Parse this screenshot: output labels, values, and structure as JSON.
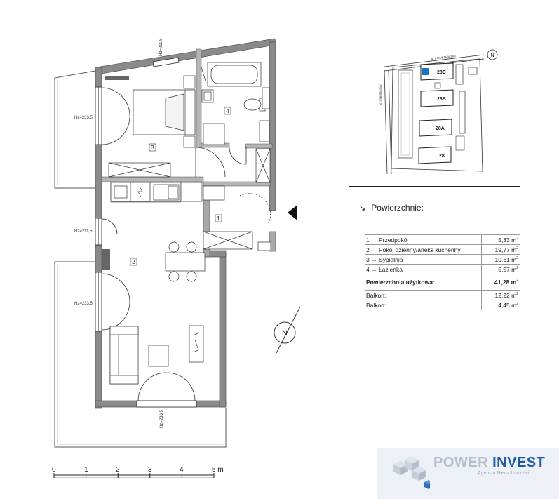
{
  "floor_plan": {
    "rooms": [
      {
        "number": "1"
      },
      {
        "number": "2"
      },
      {
        "number": "3"
      },
      {
        "number": "4"
      }
    ],
    "height_labels": [
      "Hz=211,5",
      "Hz=233,5",
      "Hz=211,5",
      "Hz=233,5",
      "Hz=233,5"
    ],
    "north": "N",
    "scale": {
      "ticks": [
        "0",
        "1",
        "2",
        "3",
        "4",
        "5 m"
      ]
    }
  },
  "site_plan": {
    "north": "N",
    "buildings": [
      "28C",
      "28B",
      "28A",
      "28"
    ],
    "streets": [
      "ul. POWSTAŃCÓW",
      "ul. SYBIRAKÓW"
    ]
  },
  "areas": {
    "title": "Powierzchnie:",
    "rows": [
      {
        "label": "1 → Przedpokój",
        "value": "5,33 m",
        "unit_sup": "2"
      },
      {
        "label": "2 → Pokój dzienny/aneks kuchenny",
        "value": "19,77 m",
        "unit_sup": "2"
      },
      {
        "label": "3 → Sypialnia",
        "value": "10,61 m",
        "unit_sup": "2"
      },
      {
        "label": "4 → Łazienka",
        "value": "5,57 m",
        "unit_sup": "2"
      }
    ],
    "total": {
      "label": "Powierzchnia użytkowa:",
      "value": "41,28 m",
      "unit_sup": "2"
    },
    "balconies": [
      {
        "label": "Balkon:",
        "value": "12,22 m",
        "unit_sup": "2"
      },
      {
        "label": "Balkon:",
        "value": "4,45 m",
        "unit_sup": "2"
      }
    ]
  },
  "logo": {
    "word1": "POWER",
    "word2": "INVEST",
    "tagline": "Agencja Nieruchomości"
  },
  "colors": {
    "wall": "#8a8a8a",
    "accent_blue": "#1f5aa5",
    "unit_highlight": "#1e73be"
  }
}
